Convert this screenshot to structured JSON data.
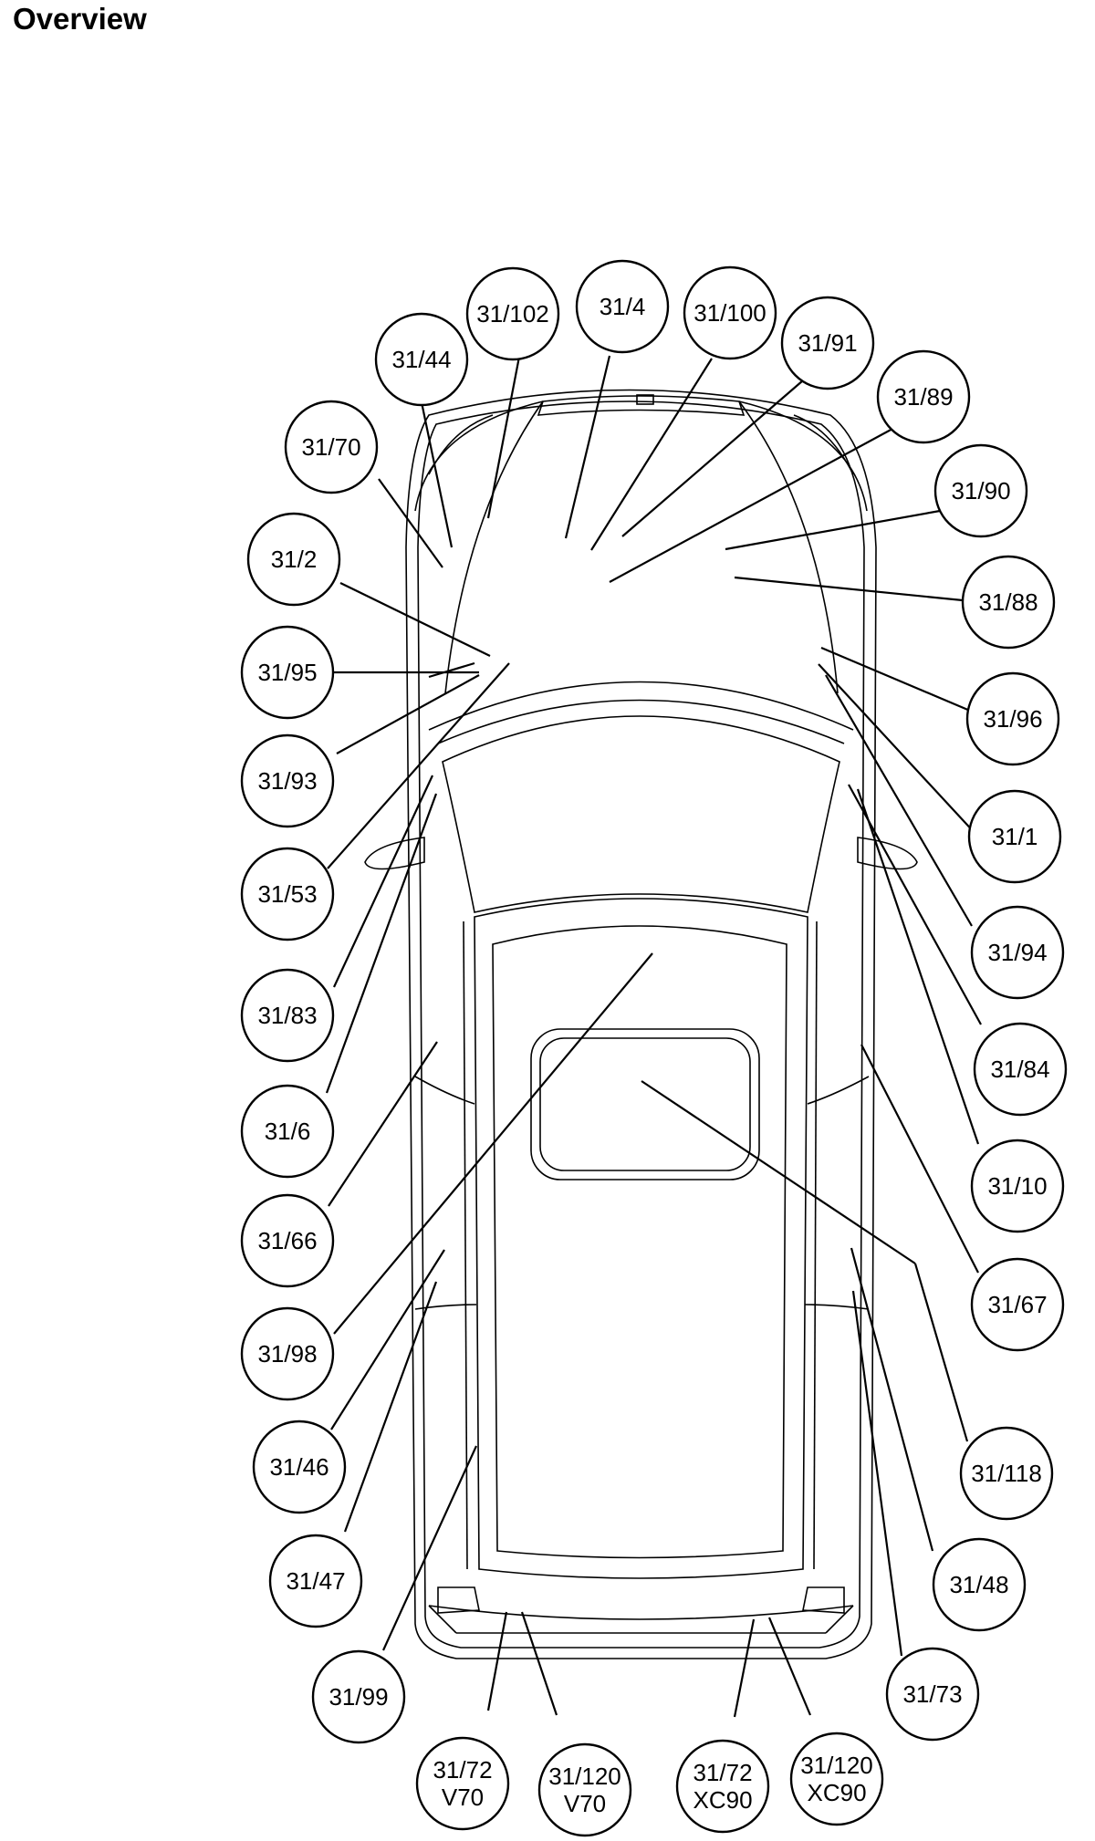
{
  "title": "Overview",
  "callouts": [
    {
      "id": "c1",
      "lines": [
        "31/44"
      ]
    },
    {
      "id": "c2",
      "lines": [
        "31/102"
      ]
    },
    {
      "id": "c3",
      "lines": [
        "31/4"
      ]
    },
    {
      "id": "c4",
      "lines": [
        "31/100"
      ]
    },
    {
      "id": "c5",
      "lines": [
        "31/91"
      ]
    },
    {
      "id": "c6",
      "lines": [
        "31/89"
      ]
    },
    {
      "id": "c7",
      "lines": [
        "31/70"
      ]
    },
    {
      "id": "c8",
      "lines": [
        "31/90"
      ]
    },
    {
      "id": "c9",
      "lines": [
        "31/2"
      ]
    },
    {
      "id": "c10",
      "lines": [
        "31/88"
      ]
    },
    {
      "id": "c11",
      "lines": [
        "31/95"
      ]
    },
    {
      "id": "c12",
      "lines": [
        "31/96"
      ]
    },
    {
      "id": "c13",
      "lines": [
        "31/93"
      ]
    },
    {
      "id": "c14",
      "lines": [
        "31/1"
      ]
    },
    {
      "id": "c15",
      "lines": [
        "31/53"
      ]
    },
    {
      "id": "c16",
      "lines": [
        "31/94"
      ]
    },
    {
      "id": "c17",
      "lines": [
        "31/83"
      ]
    },
    {
      "id": "c18",
      "lines": [
        "31/84"
      ]
    },
    {
      "id": "c19",
      "lines": [
        "31/6"
      ]
    },
    {
      "id": "c20",
      "lines": [
        "31/10"
      ]
    },
    {
      "id": "c21",
      "lines": [
        "31/66"
      ]
    },
    {
      "id": "c22",
      "lines": [
        "31/67"
      ]
    },
    {
      "id": "c23",
      "lines": [
        "31/98"
      ]
    },
    {
      "id": "c24",
      "lines": [
        "31/118"
      ]
    },
    {
      "id": "c25",
      "lines": [
        "31/46"
      ]
    },
    {
      "id": "c26",
      "lines": [
        "31/47"
      ]
    },
    {
      "id": "c27",
      "lines": [
        "31/48"
      ]
    },
    {
      "id": "c28",
      "lines": [
        "31/99"
      ]
    },
    {
      "id": "c29",
      "lines": [
        "31/73"
      ]
    },
    {
      "id": "c30",
      "lines": [
        "31/72",
        "V70"
      ]
    },
    {
      "id": "c31",
      "lines": [
        "31/120",
        "V70"
      ]
    },
    {
      "id": "c32",
      "lines": [
        "31/72",
        "XC90"
      ]
    },
    {
      "id": "c33",
      "lines": [
        "31/120",
        "XC90"
      ]
    }
  ]
}
